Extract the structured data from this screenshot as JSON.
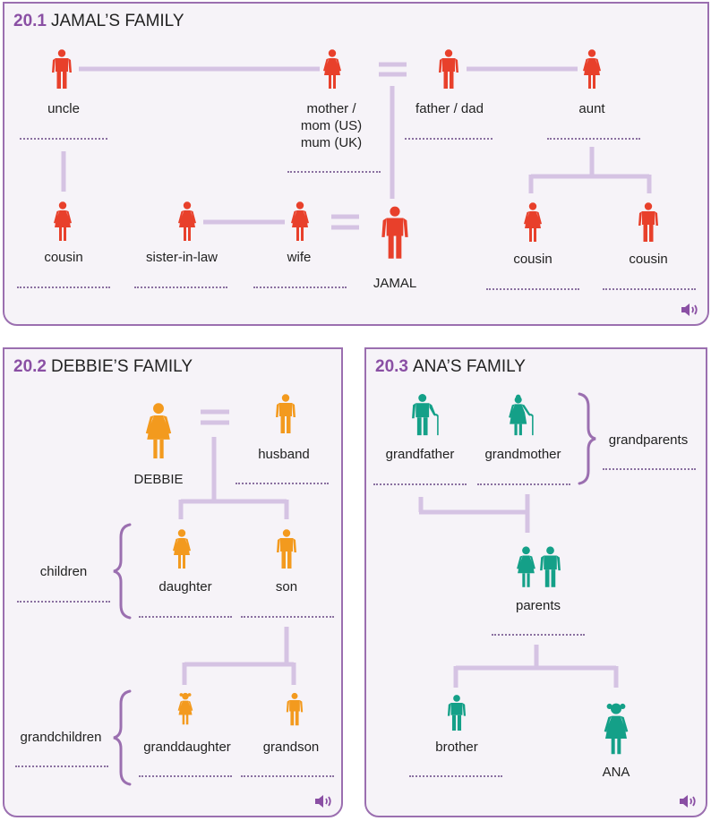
{
  "colors": {
    "panel_border": "#9b6fb0",
    "panel_bg": "#f6f3f8",
    "connector": "#d5c3e3",
    "jamal_family": "#e8402b",
    "debbie_family": "#f39a1e",
    "ana_family": "#14a088",
    "title_number": "#8a4fa4"
  },
  "sections": {
    "jamal": {
      "number": "20.1",
      "title": "JAMAL’S FAMILY",
      "uncle": "uncle",
      "mother_1": "mother /",
      "mother_2": "mom (US)",
      "mother_3": "mum (UK)",
      "father": "father / dad",
      "aunt": "aunt",
      "cousin_left": "cousin",
      "sister_in_law": "sister-in-law",
      "wife": "wife",
      "jamal": "JAMAL",
      "cousin_right_1": "cousin",
      "cousin_right_2": "cousin",
      "audio_icon": "speaker-icon"
    },
    "debbie": {
      "number": "20.2",
      "title": "DEBBIE’S FAMILY",
      "debbie": "DEBBIE",
      "husband": "husband",
      "children": "children",
      "daughter": "daughter",
      "son": "son",
      "grandchildren": "grandchildren",
      "granddaughter": "granddaughter",
      "grandson": "grandson",
      "audio_icon": "speaker-icon"
    },
    "ana": {
      "number": "20.3",
      "title": "ANA’S FAMILY",
      "grandfather": "grandfather",
      "grandmother": "grandmother",
      "grandparents": "grandparents",
      "parents": "parents",
      "brother": "brother",
      "ana": "ANA",
      "audio_icon": "speaker-icon"
    }
  }
}
